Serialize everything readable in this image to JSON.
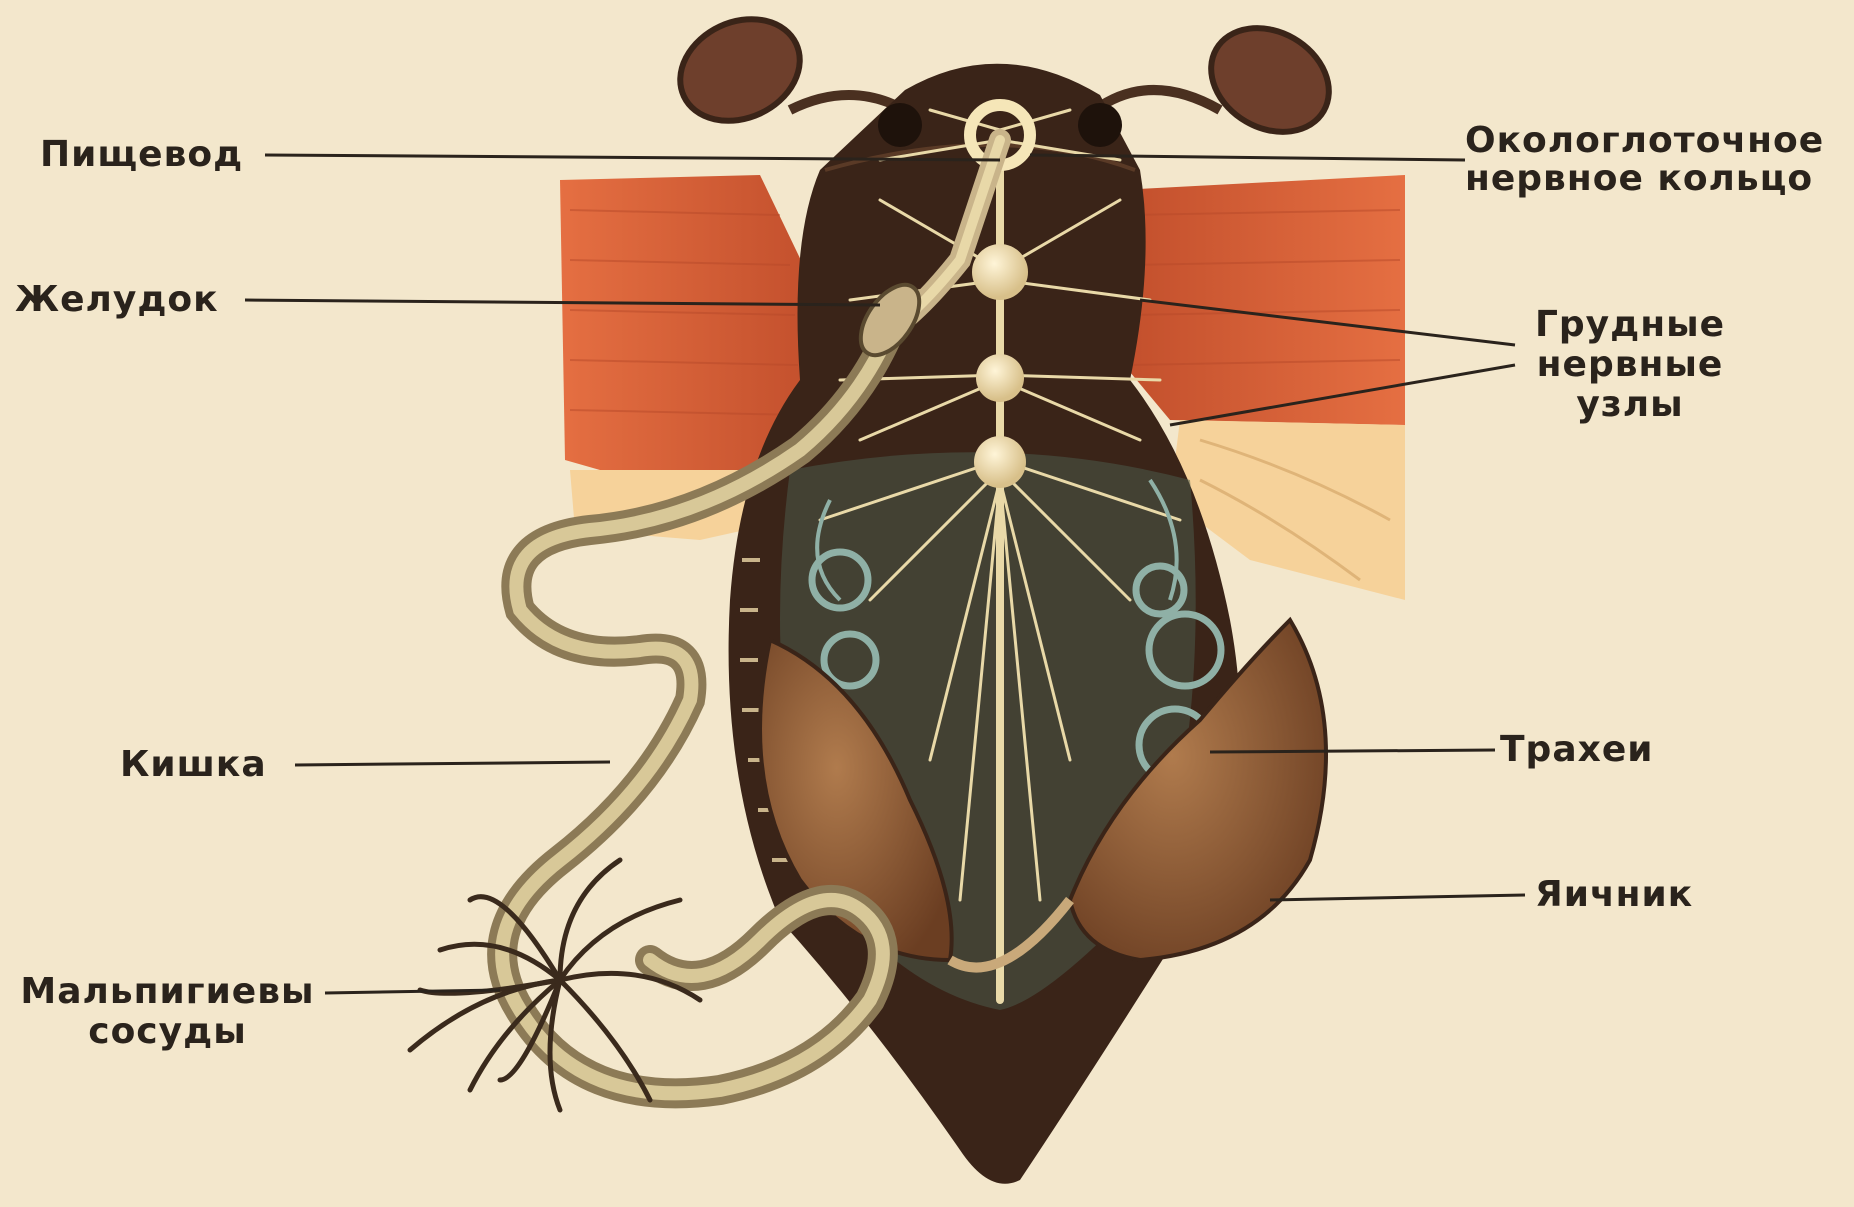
{
  "labels": {
    "esophagus": "Пищевод",
    "stomach": "Желудок",
    "intestine": "Кишка",
    "malpighian_1": "Мальпигиевы",
    "malpighian_2": "сосуды",
    "pharyngeal_1": "Окологлоточное",
    "pharyngeal_2": "нервное  кольцо",
    "thoracic_1": "Грудные",
    "thoracic_2": "нервные",
    "thoracic_3": "узлы",
    "tracheae": "Трахеи",
    "ovary": "Яичник"
  },
  "colors": {
    "background": "#f3e7cc",
    "body": "#3a2418",
    "wing_muscle": "#d9653c",
    "nerve": "#e9d9a8",
    "trachea": "#8fb0a6",
    "ovary": "#8a5a38",
    "gut": "#b8a57a"
  }
}
